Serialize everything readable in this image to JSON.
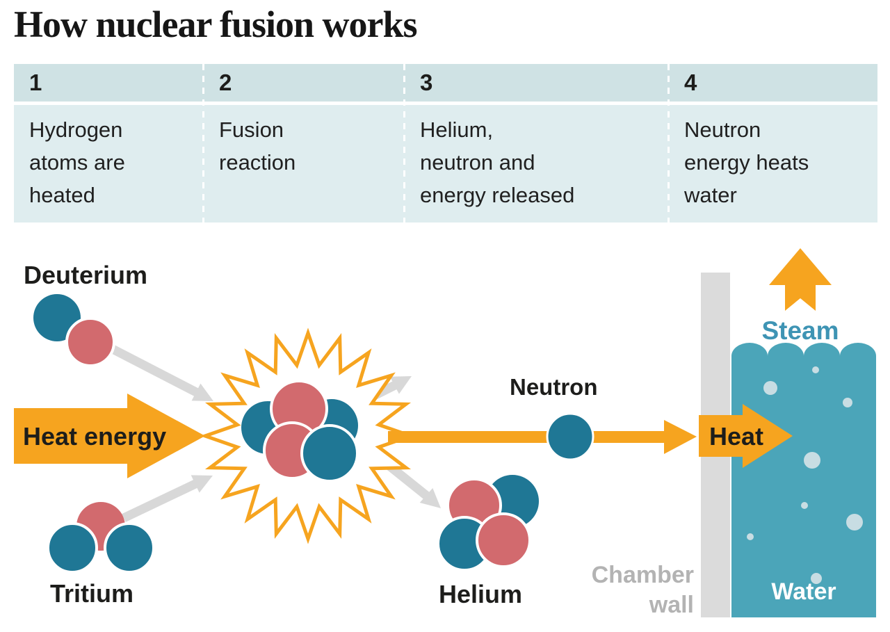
{
  "title": "How nuclear fusion works",
  "steps": [
    {
      "number": "1",
      "text": "Hydrogen\natoms are\nheated"
    },
    {
      "number": "2",
      "text": "Fusion\nreaction"
    },
    {
      "number": "3",
      "text": "Helium,\nneutron and\nenergy released"
    },
    {
      "number": "4",
      "text": "Neutron\nenergy heats\nwater"
    }
  ],
  "diagram": {
    "labels": {
      "deuterium": "Deuterium",
      "tritium": "Tritium",
      "heat_energy": "Heat energy",
      "neutron": "Neutron",
      "helium": "Helium",
      "chamber_wall_line1": "Chamber",
      "chamber_wall_line2": "wall",
      "heat": "Heat",
      "steam": "Steam",
      "water": "Water"
    },
    "colors": {
      "orange": "#F6A41F",
      "atom_blue": "#1F7795",
      "atom_red": "#D26A6E",
      "water_fill": "#4BA5B9",
      "steam_text": "#3E94B4",
      "gray_arrow": "#D8D8D8",
      "wall_gray": "#DBDBDB",
      "wall_text_gray": "#B3B3B3",
      "bubble": "#C8DDE3",
      "table_header_bg": "#CFE2E4",
      "table_body_bg": "#DFEDEF",
      "text_dark": "#1D1D1B"
    }
  }
}
